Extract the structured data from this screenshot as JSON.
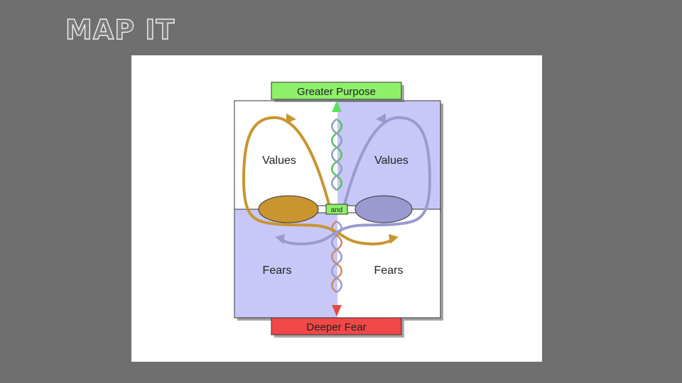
{
  "slide": {
    "title": "MAP IT"
  },
  "diagram": {
    "top_label": "Greater Purpose",
    "bottom_label": "Deeper Fear",
    "center_label": "and",
    "quadrants": {
      "top_left": "Values",
      "top_right": "Values",
      "bottom_left": "Fears",
      "bottom_right": "Fears"
    },
    "colors": {
      "background": "#6f6f6f",
      "panel": "#ffffff",
      "quadrant_fill": "#c8c8f8",
      "gold": "#c9952f",
      "lavender": "#9a9ad0",
      "green": "#8ef06a",
      "red": "#f04848"
    }
  }
}
